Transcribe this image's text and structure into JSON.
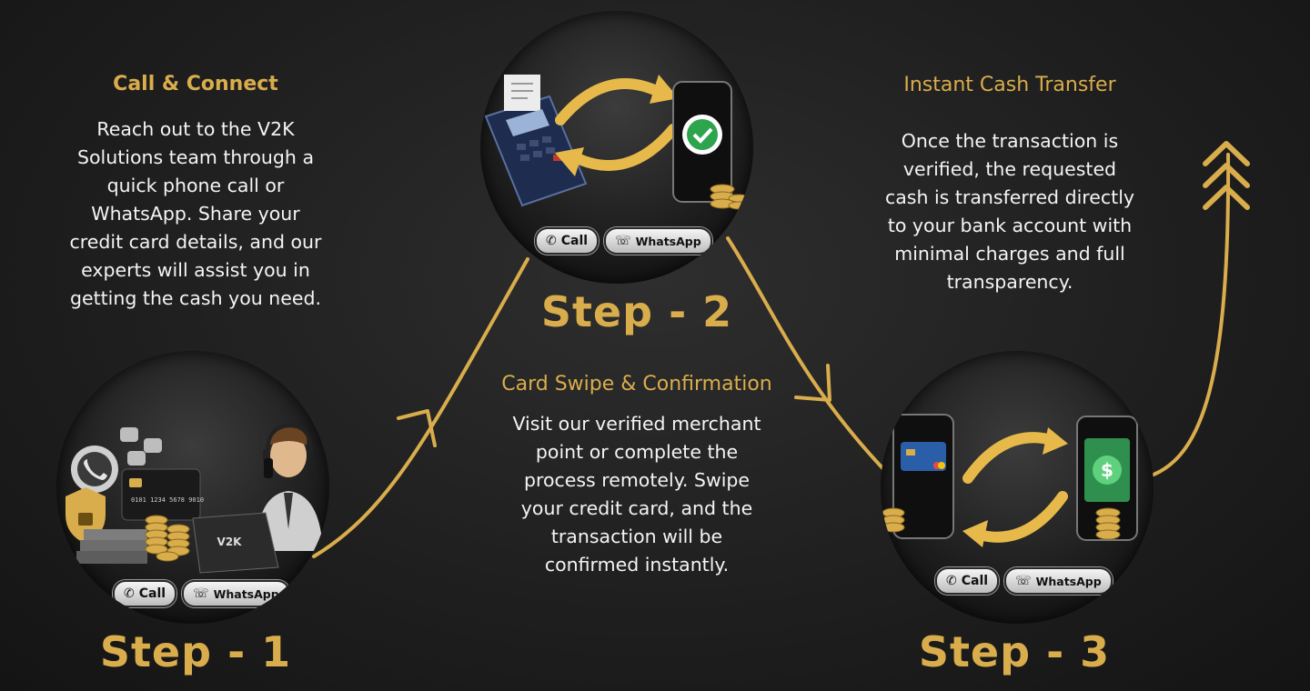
{
  "steps": [
    {
      "step_label": "Step - 1",
      "heading": "Call & Connect",
      "description_lines": [
        "Reach out to the V2K",
        "Solutions team through a",
        "quick phone call or",
        "WhatsApp. Share your",
        "credit card details, and our",
        "experts will assist you in",
        "getting the cash you need."
      ],
      "illustration_text": [
        "0101 1234 5678 9010",
        "V2K"
      ]
    },
    {
      "step_label": "Step - 2",
      "heading": "Card Swipe & Confirmation",
      "description_lines": [
        "Visit our verified merchant",
        "point or complete the",
        "process remotely. Swipe",
        "your credit card, and the",
        "transaction will be",
        "confirmed instantly."
      ]
    },
    {
      "step_label": "Step - 3",
      "heading": "Instant Cash Transfer",
      "description_lines": [
        "Once the transaction is",
        "verified, the requested",
        "cash is transferred directly",
        "to your bank account with",
        "minimal charges and full",
        "transparency."
      ]
    }
  ],
  "buttons": {
    "call_label": "Call",
    "whatsapp_label": "WhatsApp"
  },
  "icons": {
    "phone": "phone-icon",
    "whatsapp": "whatsapp-icon",
    "arrow": "arrow-icon",
    "chevrons": "chevron-up-icon",
    "check": "check-icon",
    "dollar": "dollar-icon"
  },
  "colors": {
    "gold": "#d9ad4c",
    "background": "#1f1f1f",
    "text": "#f4f4f4"
  }
}
